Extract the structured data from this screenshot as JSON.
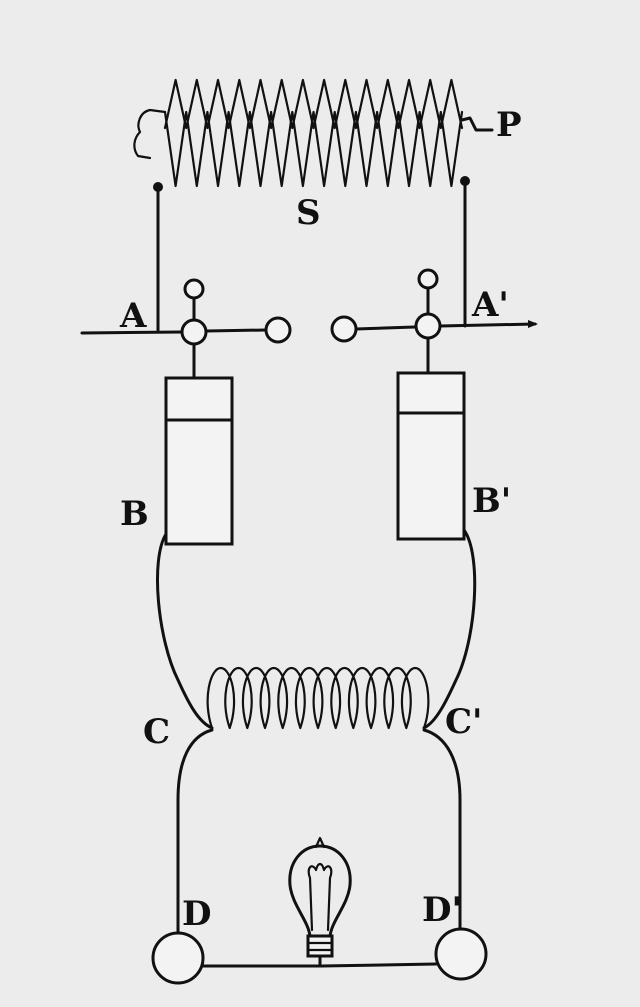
{
  "labels": {
    "primary": "P",
    "secondary": "S",
    "left_a": "A",
    "right_a": "A'",
    "left_b": "B",
    "right_b": "B'",
    "left_c": "C",
    "right_c": "C'",
    "left_d": "D",
    "right_d": "D'"
  },
  "colors": {
    "ink": "#111111",
    "paper": "#ececec"
  }
}
